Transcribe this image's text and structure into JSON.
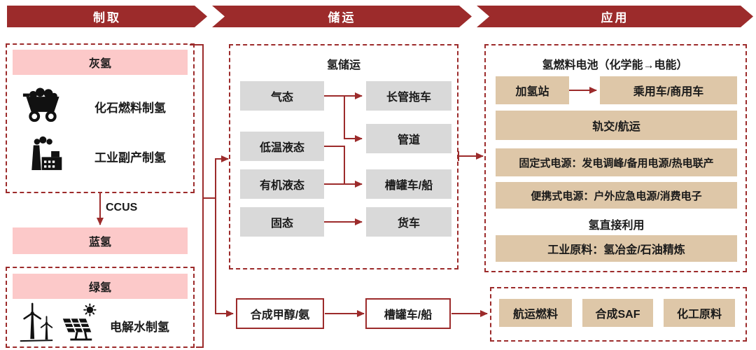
{
  "colors": {
    "maroon": "#9C2B2B",
    "pink": "#FCC9C9",
    "grey": "#D9D9D9",
    "tan": "#DEC7A8"
  },
  "header": {
    "stages": [
      {
        "label": "制取"
      },
      {
        "label": "储运"
      },
      {
        "label": "应用"
      }
    ]
  },
  "production": {
    "grey_hydrogen": {
      "title": "灰氢",
      "items": [
        {
          "icon": "coal-cart-icon",
          "label": "化石燃料制氢"
        },
        {
          "icon": "factory-icon",
          "label": "工业副产制氢"
        }
      ]
    },
    "ccus_label": "CCUS",
    "blue_hydrogen": {
      "title": "蓝氢"
    },
    "green_hydrogen": {
      "title": "绿氢",
      "icons": [
        "wind-turbine-icon",
        "solar-panel-icon"
      ],
      "label": "电解水制氢"
    }
  },
  "storage": {
    "title": "氢储运",
    "states": [
      "气态",
      "低温液态",
      "有机液态",
      "固态"
    ],
    "carriers": [
      "长管拖车",
      "管道",
      "槽罐车/船",
      "货车"
    ],
    "synthesis": {
      "label": "合成甲醇/氨",
      "carrier": "槽罐车/船"
    }
  },
  "application": {
    "fuel_cell": {
      "title": "氢燃料电池（化学能→电能）",
      "station": "加氢站",
      "vehicles": "乘用车/商用车",
      "rows": [
        "轨交/航运",
        "固定式电源：发电调峰/备用电源/热电联产",
        "便携式电源：户外应急电源/消费电子"
      ],
      "direct_use_title": "氢直接利用",
      "industrial": "工业原料：氢冶金/石油精炼"
    },
    "synthetic_fuels": [
      "航运燃料",
      "合成SAF",
      "化工原料"
    ]
  }
}
